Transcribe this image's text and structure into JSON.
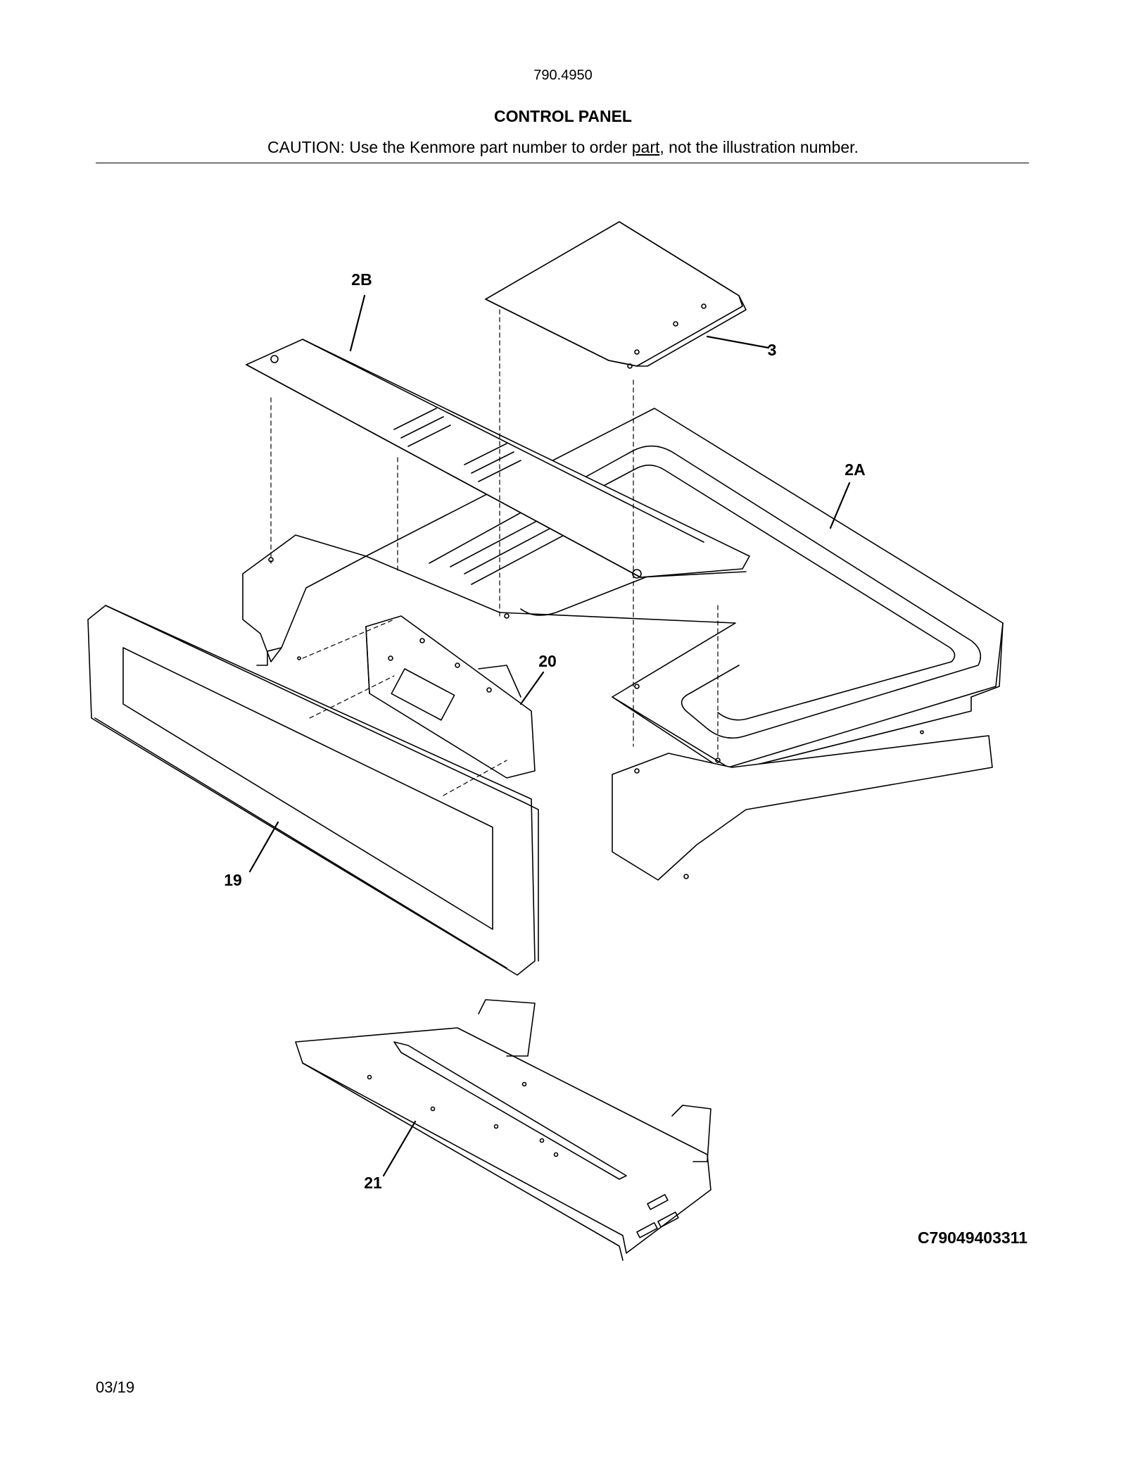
{
  "header": {
    "model_number": "790.4950",
    "title": "CONTROL PANEL",
    "caution_before": "CAUTION: Use the Kenmore part number to order ",
    "caution_underlined": "part",
    "caution_after": ", not the illustration number."
  },
  "callouts": {
    "c2b": "2B",
    "c3": "3",
    "c2a": "2A",
    "c20": "20",
    "c19": "19",
    "c21": "21"
  },
  "footer": {
    "illustration_code": "C79049403311",
    "date": "03/19"
  }
}
